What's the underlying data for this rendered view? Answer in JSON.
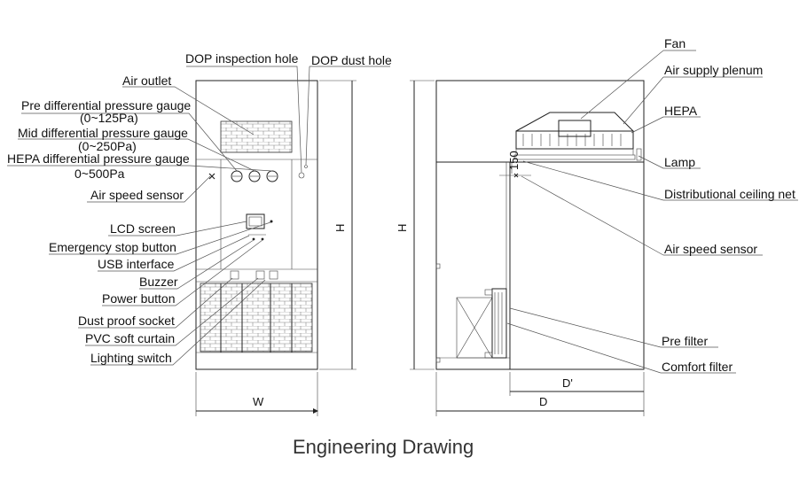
{
  "caption": "Engineering Drawing",
  "front_view": {
    "labels": {
      "dop_inspection_hole": "DOP inspection hole",
      "dop_dust_hole": "DOP dust hole",
      "air_outlet": "Air outlet",
      "pre_gauge": "Pre differential pressure gauge",
      "pre_gauge_range": "(0~125Pa)",
      "mid_gauge": "Mid differential pressure gauge",
      "mid_gauge_range": "(0~250Pa)",
      "hepa_gauge": "HEPA differential pressure gauge",
      "hepa_gauge_range": "0~500Pa",
      "air_speed_sensor": "Air speed sensor",
      "lcd_screen": "LCD screen",
      "emergency_stop": "Emergency stop button",
      "usb_interface": "USB interface",
      "buzzer": "Buzzer",
      "power_button": "Power button",
      "dust_proof_socket": "Dust proof socket",
      "pvc_curtain": "PVC soft curtain",
      "lighting_switch": "Lighting switch"
    },
    "dimensions": {
      "width": "W",
      "height": "H"
    }
  },
  "side_view": {
    "labels": {
      "fan": "Fan",
      "air_supply_plenum": "Air supply plenum",
      "hepa": "HEPA",
      "lamp": "Lamp",
      "ceiling_net": "Distributional ceiling net",
      "air_speed_sensor": "Air speed sensor",
      "pre_filter": "Pre filter",
      "comfort_filter": "Comfort filter"
    },
    "dimensions": {
      "height": "H",
      "depth_inner": "D'",
      "depth": "D",
      "gap": "150"
    }
  }
}
